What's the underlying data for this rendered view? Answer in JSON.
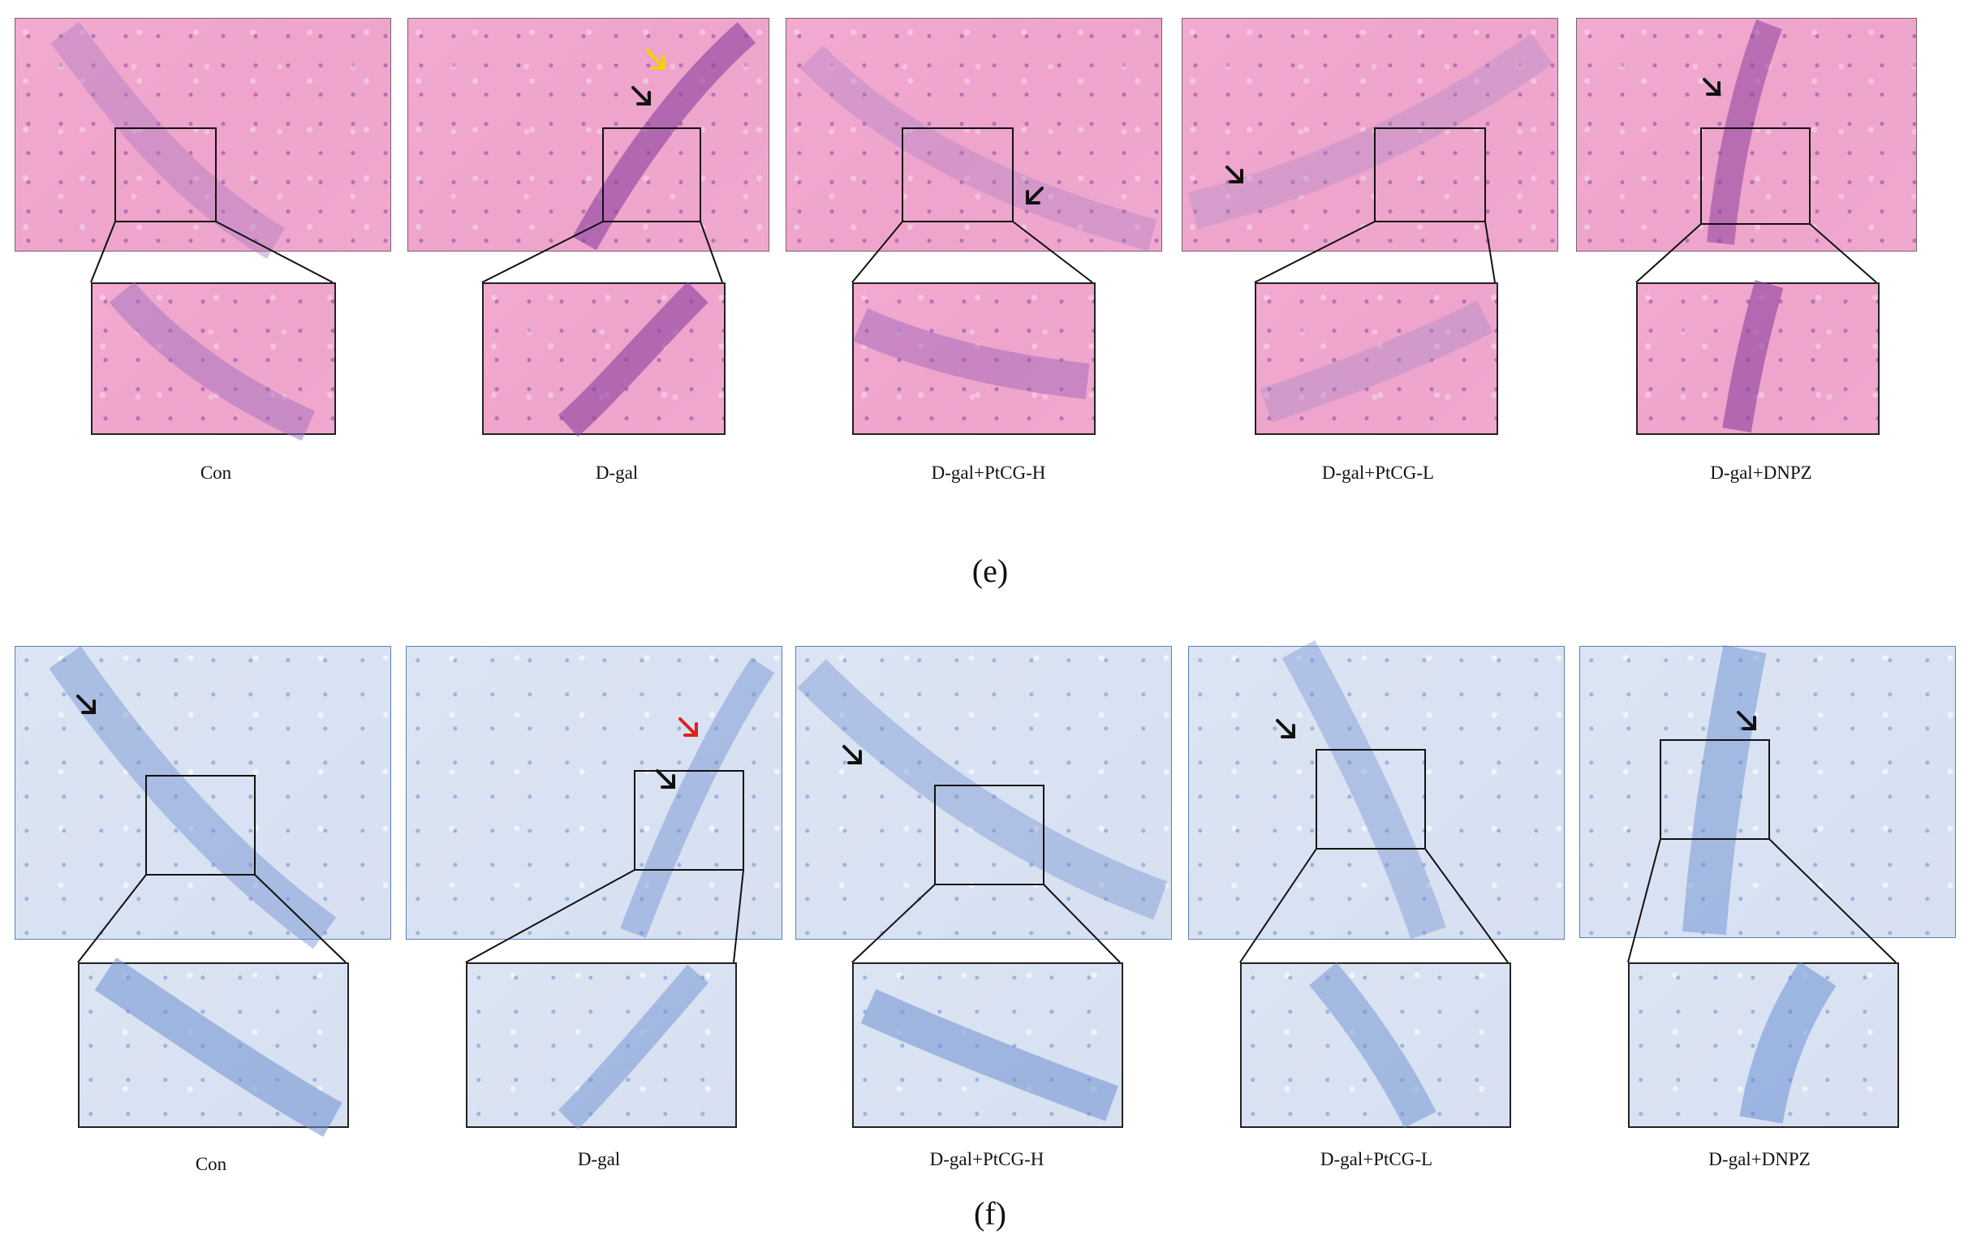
{
  "figure": {
    "colors": {
      "he_stain": "#eea4cb",
      "he_cell": "#8a3f9e",
      "nissl_stain": "#d8e2f2",
      "nissl_cell": "#6e8fd0",
      "arrow_black": "#111111",
      "arrow_yellow": "#f5d000",
      "arrow_red": "#e0201a"
    },
    "panels": [
      {
        "id": "e",
        "letter": "(e)",
        "stain": "he",
        "groups": [
          {
            "label": "Con",
            "arrows": []
          },
          {
            "label": "D-gal",
            "arrows": [
              "black",
              "yellow"
            ]
          },
          {
            "label": "D-gal+PtCG-H",
            "arrows": [
              "black"
            ]
          },
          {
            "label": "D-gal+PtCG-L",
            "arrows": [
              "black"
            ]
          },
          {
            "label": "D-gal+DNPZ",
            "arrows": [
              "black"
            ]
          }
        ]
      },
      {
        "id": "f",
        "letter": "(f)",
        "stain": "nissl",
        "groups": [
          {
            "label": "Con",
            "arrows": [
              "black"
            ]
          },
          {
            "label": "D-gal",
            "arrows": [
              "black",
              "red"
            ]
          },
          {
            "label": "D-gal+PtCG-H",
            "arrows": [
              "black"
            ]
          },
          {
            "label": "D-gal+PtCG-L",
            "arrows": [
              "black"
            ]
          },
          {
            "label": "D-gal+DNPZ",
            "arrows": [
              "black"
            ]
          }
        ]
      }
    ]
  }
}
